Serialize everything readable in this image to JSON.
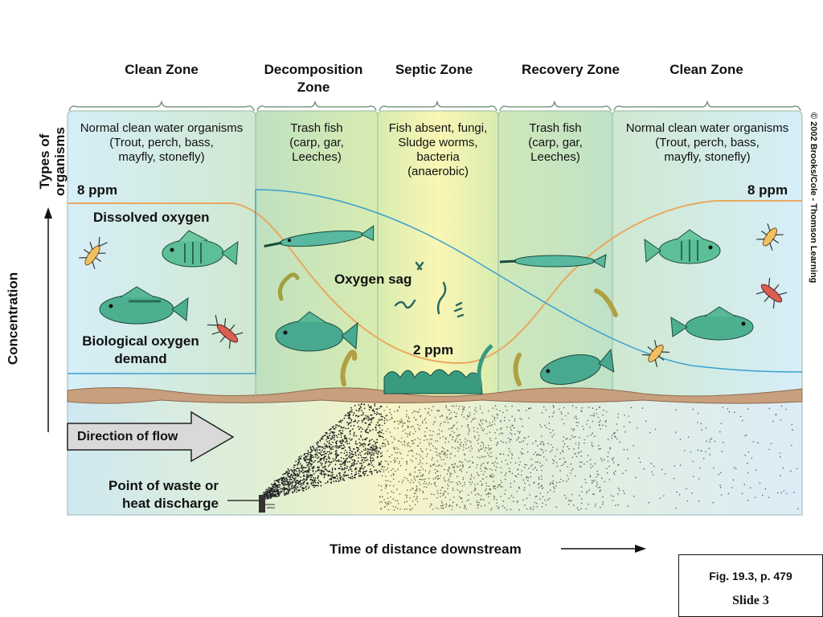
{
  "zones": [
    {
      "title": "Clean Zone",
      "organisms": [
        "Normal clean water organisms",
        "(Trout, perch, bass,",
        "mayfly, stonefly)"
      ]
    },
    {
      "title_lines": [
        "Decomposition",
        "Zone"
      ],
      "organisms": [
        "Trash fish",
        "(carp, gar,",
        "Leeches)"
      ]
    },
    {
      "title": "Septic Zone",
      "organisms": [
        "Fish absent, fungi,",
        "Sludge worms,",
        "bacteria",
        "(anaerobic)"
      ]
    },
    {
      "title": "Recovery Zone",
      "organisms": [
        "Trash fish",
        "(carp, gar,",
        "Leeches)"
      ]
    },
    {
      "title": "Clean Zone",
      "organisms": [
        "Normal clean water organisms",
        "(Trout, perch, bass,",
        "mayfly, stonefly)"
      ]
    }
  ],
  "axis": {
    "y_label": "Concentration",
    "types_label_lines": [
      "Types of",
      "organisms"
    ],
    "x_label": "Time of distance downstream"
  },
  "labels": {
    "ppm_left": "8 ppm",
    "ppm_right": "8 ppm",
    "ppm_low": "2 ppm",
    "dissolved_oxygen": "Dissolved oxygen",
    "oxygen_sag": "Oxygen sag",
    "bod_lines": [
      "Biological oxygen",
      "demand"
    ],
    "direction_of_flow": "Direction of flow",
    "discharge_lines": [
      "Point of waste or",
      "heat discharge"
    ]
  },
  "copyright": "© 2002 Brooks/Cole - Thomson Learning",
  "figure_box": {
    "figure": "Fig. 19.3, p. 479",
    "slide": "Slide 3"
  },
  "colors": {
    "dissolved_oxygen_curve": "#e8a860",
    "bod_curve": "#3aa0d0",
    "zone_green": "#cfe8c0",
    "septic_yellow": "#f8f4b0",
    "water_blue": "#d8eef8",
    "sediment": "#c8a080"
  }
}
